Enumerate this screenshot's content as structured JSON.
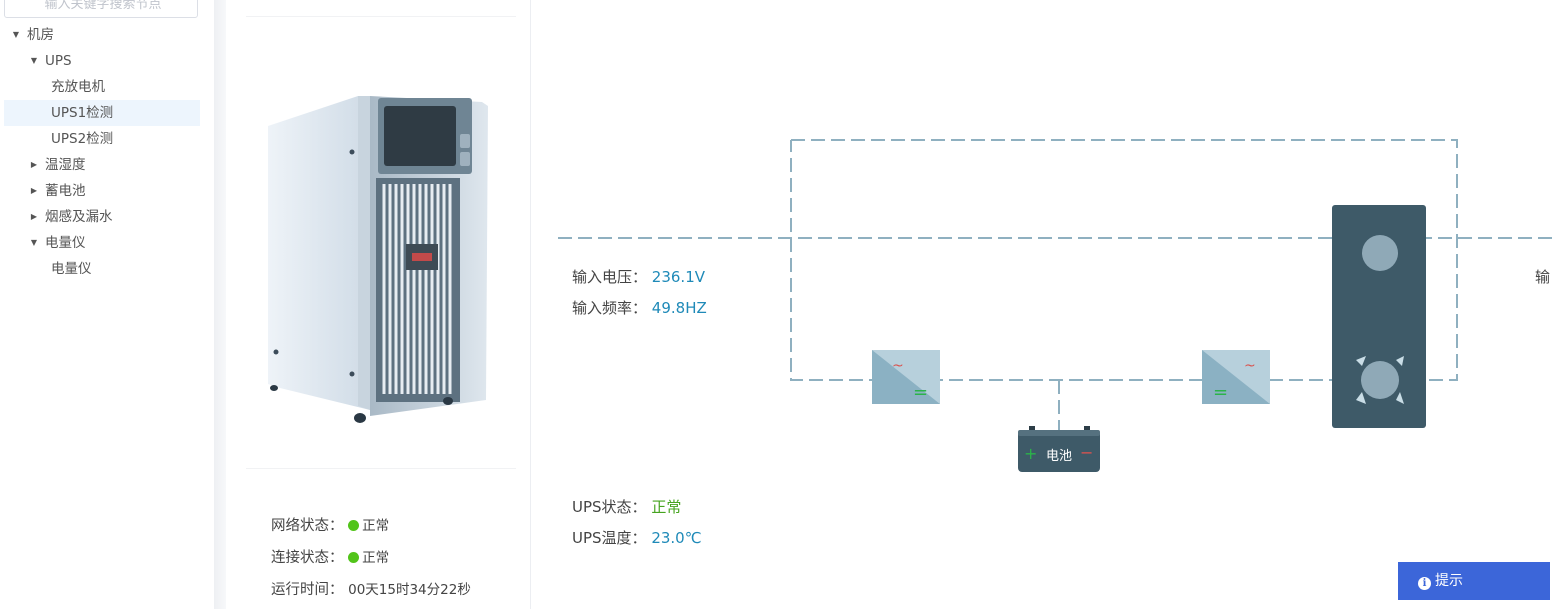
{
  "search": {
    "placeholder": "输入关键字搜索节点"
  },
  "tree": {
    "root": "机房",
    "ups": "UPS",
    "ups_children": [
      "充放电机",
      "UPS1检测",
      "UPS2检测"
    ],
    "groups": [
      "温湿度",
      "蓄电池",
      "烟感及漏水",
      "电量仪"
    ],
    "meter_child": "电量仪",
    "selected": "UPS1检测"
  },
  "device_status": {
    "network_label": "网络状态：",
    "network_value": "正常",
    "connect_label": "连接状态：",
    "connect_value": "正常",
    "runtime_label": "运行时间：",
    "runtime_value": "00天15时34分22秒"
  },
  "diagram": {
    "input_voltage_label": "输入电压：",
    "input_voltage_value": "236.1V",
    "input_freq_label": "输入频率：",
    "input_freq_value": "49.8HZ",
    "ups_status_label": "UPS状态：",
    "ups_status_value": "正常",
    "ups_temp_label": "UPS温度：",
    "ups_temp_value": "23.0℃",
    "battery_label": "电池",
    "output_partial": "输"
  },
  "hint_button": "提示",
  "colors": {
    "accent_blue": "#1f8ab8",
    "ok_green": "#46a41f",
    "status_dot": "#52c41a",
    "hint_bg": "#3c66d9",
    "dash_line": "#8fb0c0",
    "module_dark": "#3e5a68"
  }
}
